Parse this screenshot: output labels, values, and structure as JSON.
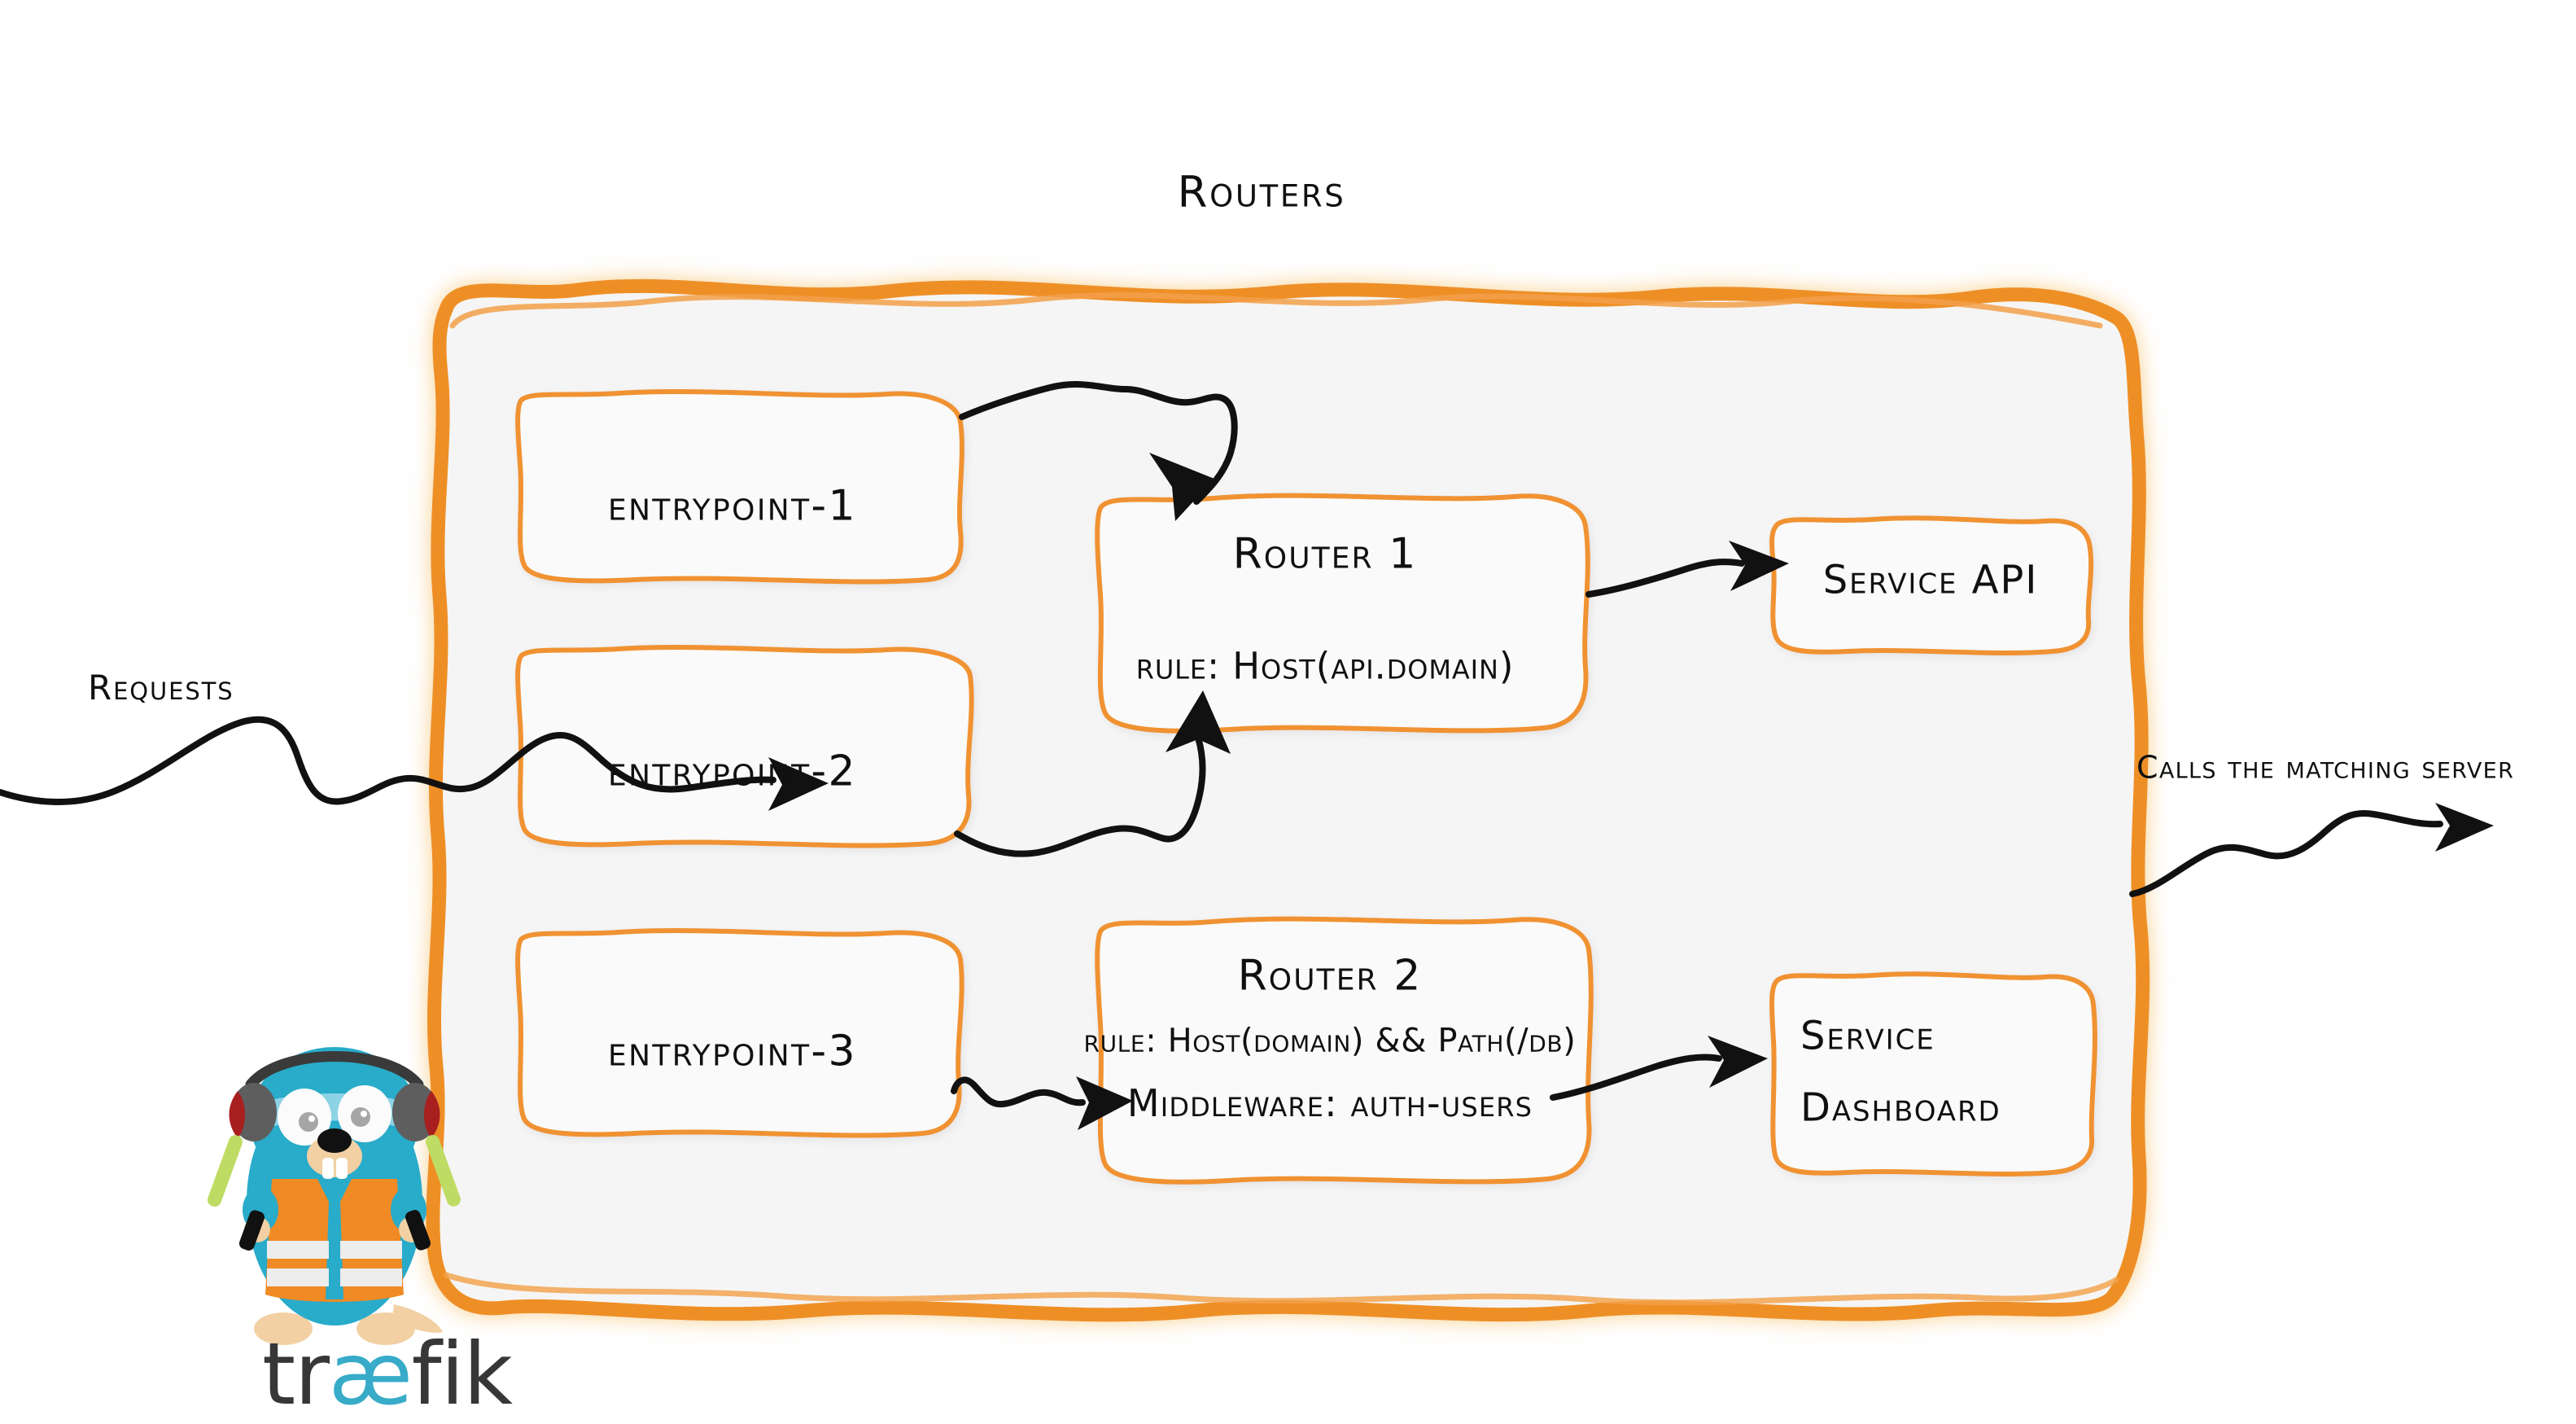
{
  "diagram": {
    "title": "Routers",
    "brand_orange": "#EE8F28",
    "box_orange": "#F09230",
    "panel_fill": "#F5F5F5",
    "ink": "#101010"
  },
  "entrypoints": [
    {
      "label": "entrypoint-1"
    },
    {
      "label": "entrypoint-2"
    },
    {
      "label": "entrypoint-3"
    }
  ],
  "routers": [
    {
      "title": "Router 1",
      "rule": "rule: Host(api.domain)"
    },
    {
      "title": "Router 2",
      "rule": "rule: Host(domain) && Path(/db)",
      "middleware": "Middleware: auth-users"
    }
  ],
  "services": [
    {
      "label": "Service API"
    },
    {
      "line1": "Service",
      "line2": "Dashboard"
    }
  ],
  "annotations": {
    "requests": "Requests",
    "calls": "Calls the matching server"
  },
  "logo": {
    "prefix": "tr",
    "ligature": "æ",
    "suffix": "fik",
    "body_color": "#373737",
    "accent_color": "#37ABC8"
  },
  "mascot": {
    "name": "traefik-gopher",
    "body_color": "#29ABCA",
    "vest_color": "#F08A24",
    "stripe_color": "#EDEDED",
    "muzzle_color": "#F2D0A4",
    "earmuff_gray": "#5E5E5E",
    "earmuff_red": "#A81F20",
    "wand_color": "#BEDC63"
  }
}
